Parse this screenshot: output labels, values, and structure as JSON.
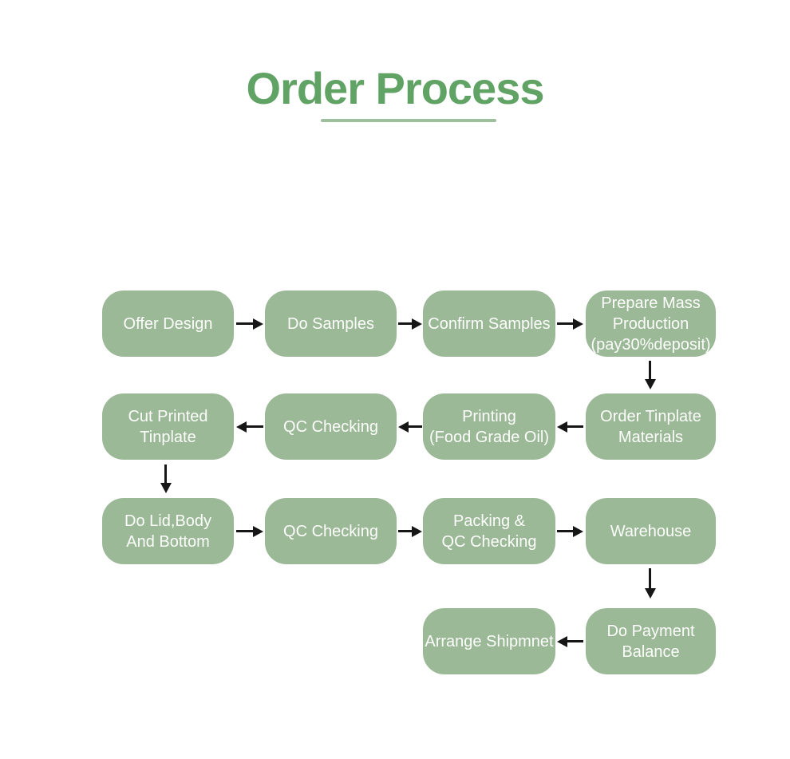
{
  "title": "Order Process",
  "colors": {
    "box_fill": "#9bb997",
    "title_green": "#60a364",
    "underline_green": "#9cc09b",
    "arrow_black": "#161616",
    "box_text": "#fcfdfb"
  },
  "flow": {
    "rows": [
      {
        "direction": "right",
        "boxes": [
          "Offer Design",
          "Do Samples",
          "Confirm Samples",
          "Prepare Mass\nProduction\n(pay30%deposit)"
        ]
      },
      {
        "direction": "left",
        "boxes": [
          "Cut Printed\nTinplate",
          "QC Checking",
          "Printing\n(Food Grade Oil)",
          "Order Tinplate\nMaterials"
        ]
      },
      {
        "direction": "right",
        "boxes": [
          "Do Lid,Body\nAnd Bottom",
          "QC Checking",
          "Packing &\nQC Checking",
          "Warehouse"
        ]
      },
      {
        "direction": "left",
        "boxes": [
          "Arrange Shipmnet",
          "Do Payment\nBalance"
        ]
      }
    ]
  }
}
